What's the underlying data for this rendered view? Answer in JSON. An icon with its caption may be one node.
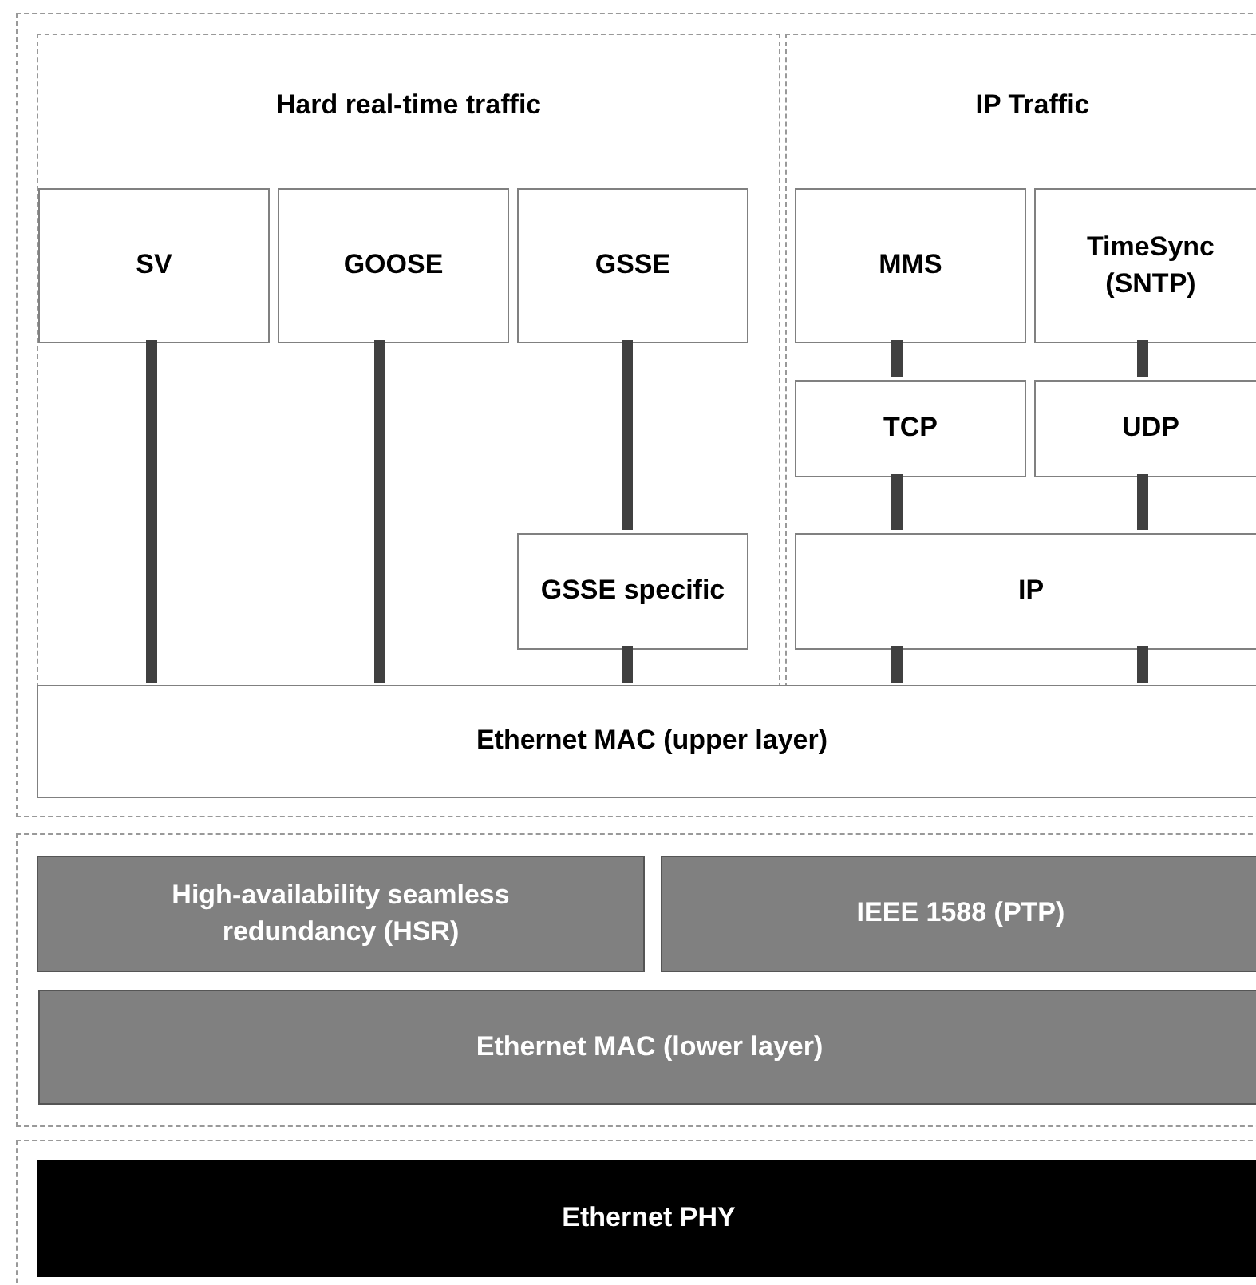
{
  "diagram": {
    "nodes": [
      {
        "text": [],
        "shape": "box"
      },
      {
        "text": [
          "Hard real-time traffic"
        ],
        "in": 0
      },
      {
        "text": [
          "IP Traffic"
        ],
        "in": 0
      },
      {
        "text": [
          "SV"
        ],
        "in": 1
      },
      {
        "text": [
          "GOOSE"
        ],
        "in": 1
      },
      {
        "text": [
          "GSSE"
        ],
        "in": 1
      },
      {
        "text": [
          "GSSE specific"
        ],
        "in": 1
      },
      {
        "text": [
          "MMS"
        ],
        "in": 2
      },
      {
        "text": [
          "TimeSync (SNTP)"
        ],
        "in": 2
      },
      {
        "text": [
          "TCP"
        ],
        "in": 2
      },
      {
        "text": [
          "UDP"
        ],
        "in": 2
      },
      {
        "text": [
          "IP"
        ],
        "in": 2
      },
      {
        "text": [
          "Ethernet MAC (upper layer)"
        ],
        "in": 0
      },
      {
        "text": [],
        "shape": "box"
      },
      {
        "text": [
          "High-availability seamless redundancy (HSR)"
        ],
        "in": 13
      },
      {
        "text": [
          "IEEE 1588 (PTP)"
        ],
        "in": 13
      },
      {
        "text": [
          "Ethernet MAC (lower layer)"
        ],
        "in": 13
      },
      {
        "text": [],
        "shape": "box"
      },
      {
        "text": [
          "Ethernet PHY"
        ],
        "in": 17
      }
    ],
    "edges": [
      {
        "from": 3,
        "to": 12,
        "arrow": "none"
      },
      {
        "from": 4,
        "to": 12,
        "arrow": "none"
      },
      {
        "from": 5,
        "to": 6,
        "arrow": "none"
      },
      {
        "from": 6,
        "to": 12,
        "arrow": "none"
      },
      {
        "from": 7,
        "to": 9,
        "arrow": "none"
      },
      {
        "from": 8,
        "to": 10,
        "arrow": "none"
      },
      {
        "from": 9,
        "to": 11,
        "arrow": "none"
      },
      {
        "from": 10,
        "to": 11,
        "arrow": "none"
      },
      {
        "from": 11,
        "to": 12,
        "arrow": "none"
      },
      {
        "from": 11,
        "to": 12,
        "arrow": "none"
      }
    ]
  }
}
